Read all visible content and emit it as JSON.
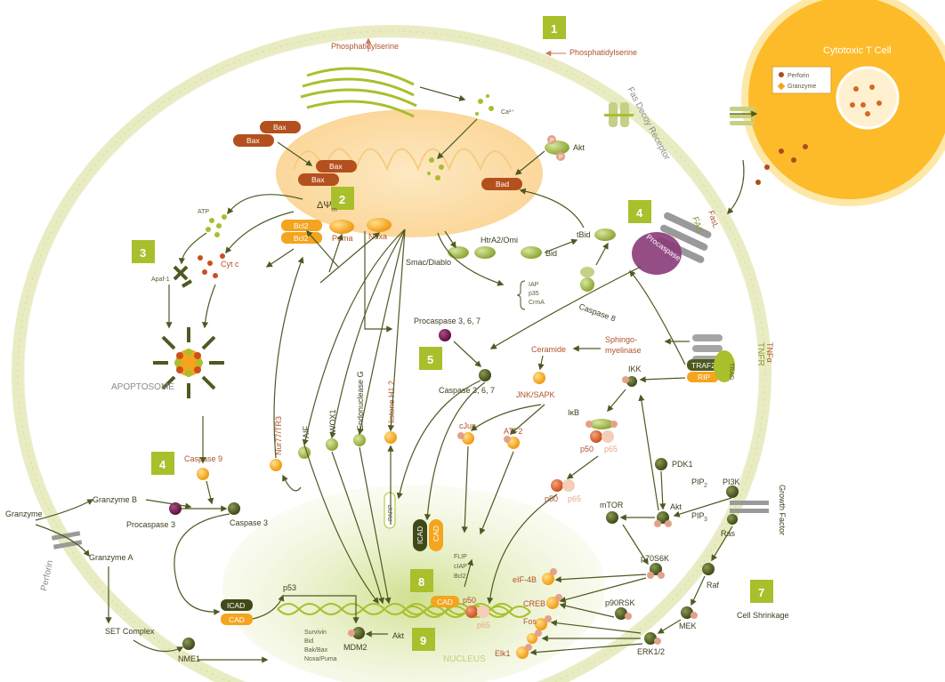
{
  "labels": {
    "phosphatidylserine_top": "Phosphatidylserine",
    "phosphatidylserine_right": "Phosphatidylserine",
    "ca": "Ca²⁺",
    "fas_decoy": "Fas Decoy Receptor",
    "cytotoxic_t_cell": "Cytotoxic T Cell",
    "perforin_legend": "Perforin",
    "granzyme_legend": "Granzyme",
    "bax1": "Bax",
    "bax2": "Bax",
    "bax3": "Bax",
    "bax4": "Bax",
    "akt_top": "Akt",
    "bad": "Bad",
    "delta_psi": "ΔΨ",
    "delta_psi_sub": "m",
    "bcl2_1": "Bcl2",
    "bcl2_2": "Bcl2",
    "puma": "Puma",
    "noxa": "Noxa",
    "atp": "ATP",
    "cytc": "Cyt c",
    "apaf1": "Apaf-1",
    "apoptosome": "APOPTOSOME",
    "htra2": "HtrA2/Omi",
    "tbid": "tBid",
    "bid": "Bid",
    "smac": "Smac/Diablo",
    "iap": "IAP",
    "p35": "p35",
    "crma": "CrmA",
    "caspase8": "Caspase 8",
    "procaspase8": "Procaspase 8",
    "fas": "FAS",
    "fasl": "FasL",
    "procaspase367": "Procaspase 3, 6, 7",
    "caspase367": "Caspase 3, 6, 7",
    "ceramide": "Ceramide",
    "sphingo": "Sphingo-",
    "myelinase": "myelinase",
    "traf2": "TRAF2",
    "tradd": "TRAD",
    "rip": "RIP",
    "tnfr": "TNFR",
    "tnfa": "TNFα",
    "ikk": "IKK",
    "jnk": "JNK/SAPK",
    "cjun": "cJun",
    "atf2": "ATF2",
    "ikb": "IκB",
    "p50a": "p50",
    "p65a": "p65",
    "p50b": "p50",
    "p65b": "p65",
    "p50c": "p50",
    "p65c": "p65",
    "pdk1": "PDK1",
    "pip2": "PIP",
    "pip2_sub": "2",
    "pi3k": "PI3K",
    "pip3": "PIP",
    "pip3_sub": "3",
    "akt_mid": "Akt",
    "mtor": "mTOR",
    "growth_factor": "Growth Factor",
    "ras": "Ras",
    "raf": "Raf",
    "mek": "MEK",
    "erk": "ERK1/2",
    "p70s6k": "p70S6K",
    "p90rsk": "p90RSK",
    "eif4b": "eIF-4B",
    "creb": "CREB",
    "fos": "Fos",
    "elk1": "Elk1",
    "cell_shrinkage": "Cell Shrinkage",
    "nur77": "Nur77/TR3",
    "aif": "AIF",
    "wox1": "WOX1",
    "endog": "Endonuclease G",
    "histone": "Histone H1.2",
    "caspase9": "Caspase 9",
    "granzyme": "Granzyme",
    "granzyme_b": "Granzyme B",
    "granzyme_a": "Granzyme A",
    "perforin": "Perforin",
    "procaspase3": "Procaspase 3",
    "caspase3": "Caspase 3",
    "parp": "PARP",
    "icad_1": "ICAD",
    "cad_1": "CAD",
    "icad_2": "ICAD",
    "cad_2": "CAD",
    "cad_3": "CAD",
    "flip": "FLIP",
    "ciap": "cIAP",
    "bcl2_gene": "Bcl2",
    "p53": "p53",
    "survivin": "Survivin",
    "bid_gene": "Bid",
    "bakbax": "Bak/Bax",
    "noxapuma": "Noxa/Puma",
    "mdm2": "MDM2",
    "akt_low": "Akt",
    "set_complex": "SET Complex",
    "nme1": "NME1",
    "nucleus": "NUCLEUS",
    "p_mark": "P"
  },
  "steps": [
    "1",
    "2",
    "3",
    "4",
    "4",
    "5",
    "7",
    "8",
    "9"
  ],
  "colors": {
    "membrane": "#eeefc8",
    "mito": "#fbdca4",
    "tcell": "#fdbb2a",
    "nucleus": "#dbe7a8",
    "step": "#a9bf2c",
    "dark": "#4d5a22",
    "orange": "#f4a41e",
    "brown": "#b4501e"
  }
}
